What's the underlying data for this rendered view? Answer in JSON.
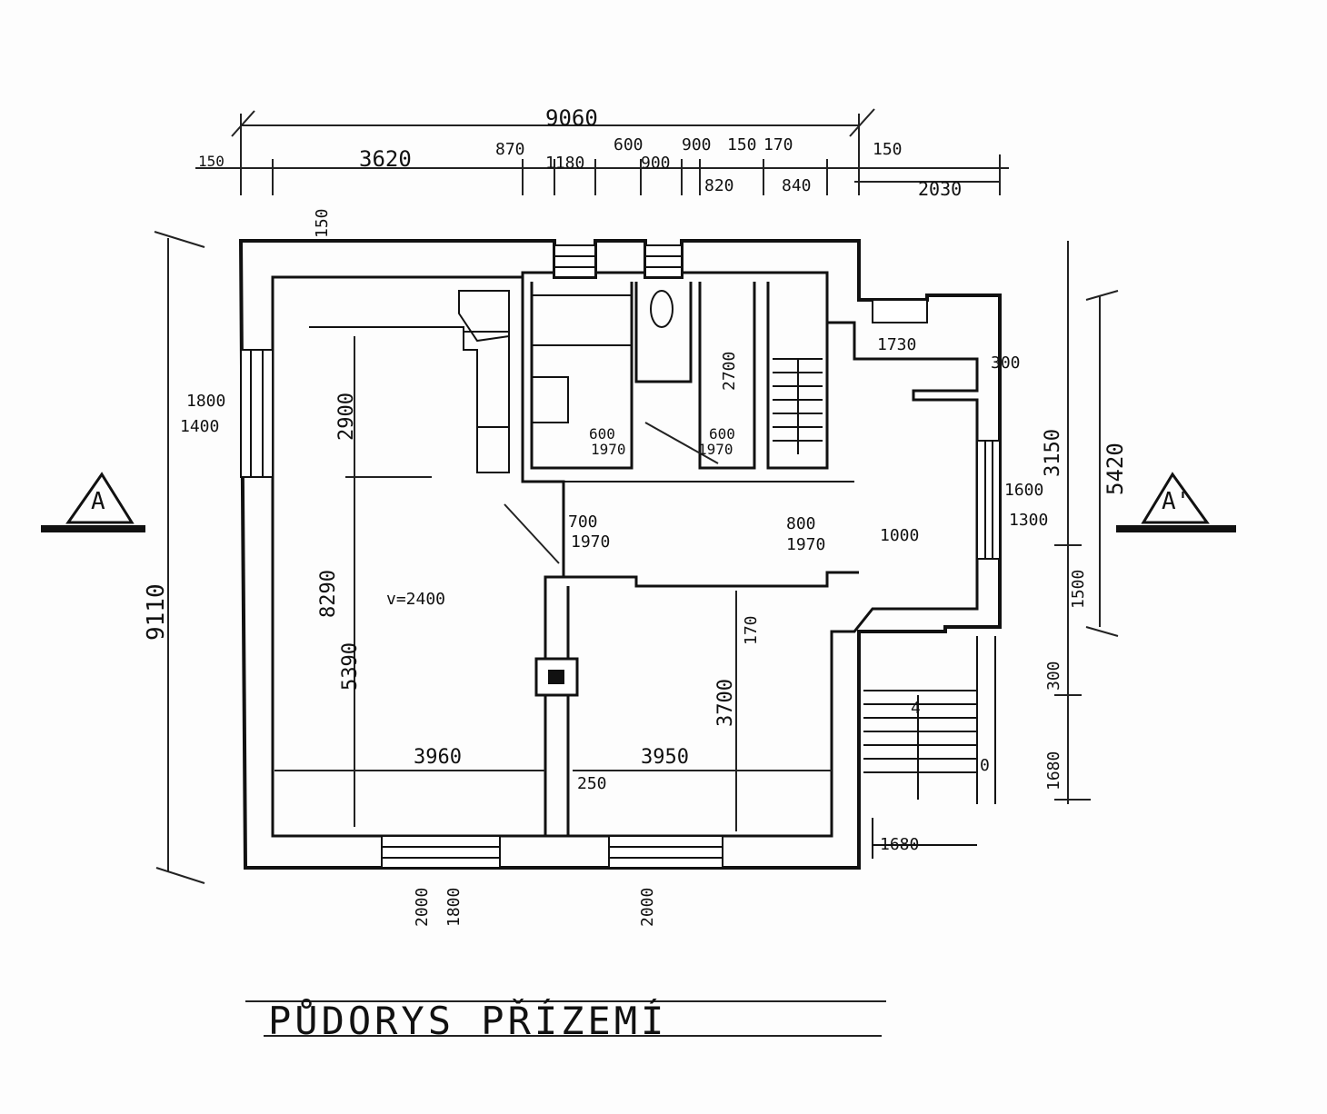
{
  "title": "PŮDORYS PŘÍZEMÍ",
  "section_marks": {
    "left": "A",
    "right": "A'"
  },
  "dimensions": {
    "overall_width": "9060",
    "top_row": [
      "150",
      "3620",
      "870",
      "1180",
      "900",
      "600",
      "900",
      "150",
      "170",
      "150"
    ],
    "top_row2": [
      "820",
      "840",
      "2030"
    ],
    "overall_height": "9110",
    "left_side": [
      "1800",
      "1400",
      "150"
    ],
    "right_side": [
      "5420",
      "3150",
      "1600",
      "1300",
      "1500",
      "300",
      "1680"
    ],
    "living_room": [
      "2900",
      "8290",
      "5390",
      "3960"
    ],
    "room_right": [
      "3950",
      "3700",
      "250",
      "170"
    ],
    "corridor": [
      "700",
      "1970",
      "800",
      "1970",
      "1000"
    ],
    "bath": [
      "600",
      "1970"
    ],
    "wc": [
      "600",
      "1970"
    ],
    "stair_height": "2700",
    "entry": [
      "1730",
      "300"
    ],
    "floor_level": "v=2400",
    "bottom_windows": [
      "2000",
      "1800",
      "2000"
    ],
    "right_bottom": [
      "1680"
    ]
  },
  "stair_number": "0",
  "stair_arrow": "4"
}
